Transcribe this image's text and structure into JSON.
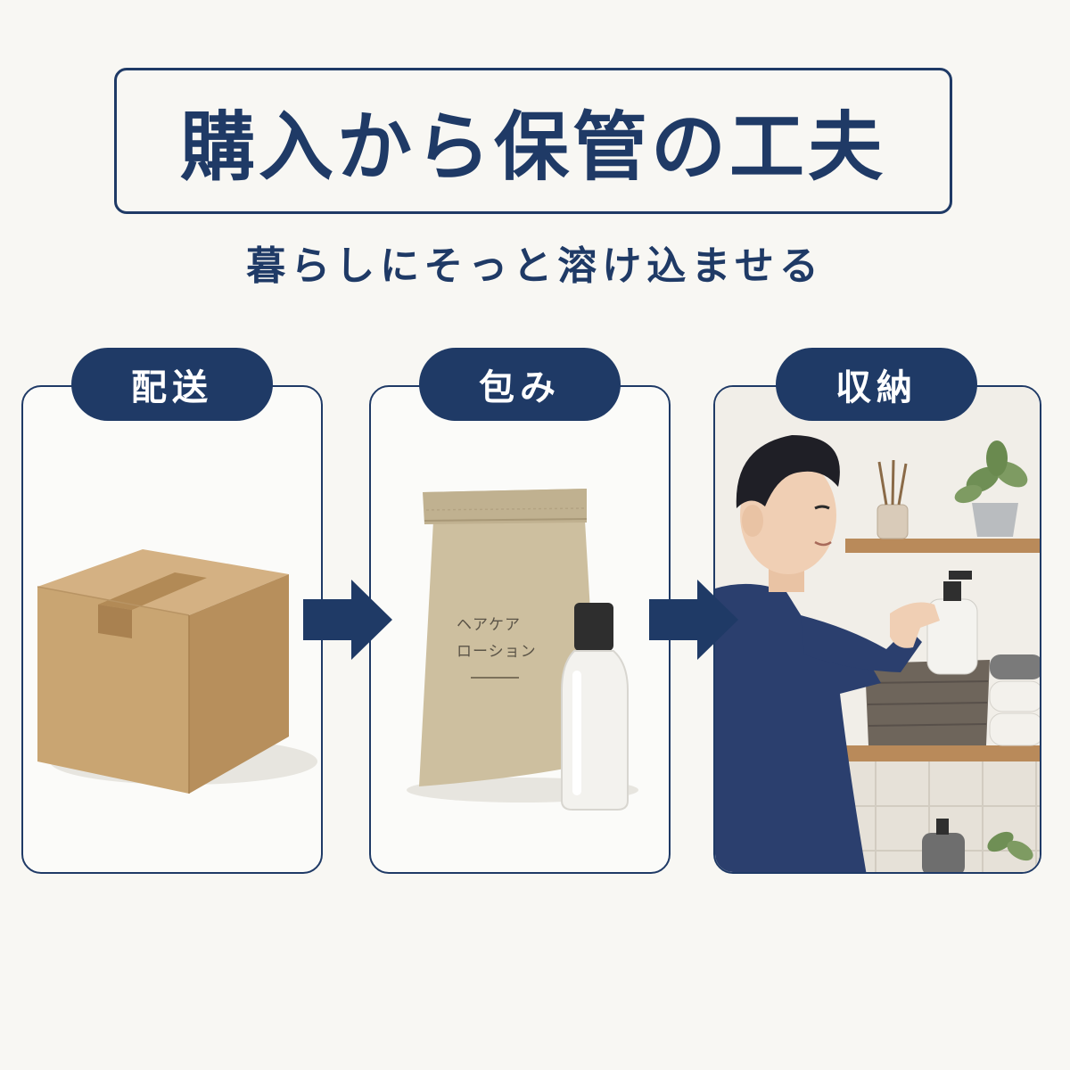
{
  "header": {
    "title": "購入から保管の工夫",
    "subtitle": "暮らしにそっと溶け込ませる"
  },
  "steps": [
    {
      "label": "配送"
    },
    {
      "label": "包み",
      "package_label_line1": "ヘアケア",
      "package_label_line2": "ローション"
    },
    {
      "label": "収納"
    }
  ],
  "colors": {
    "navy": "#1f3a66",
    "background": "#f8f7f3",
    "kraft": "#c9a572"
  },
  "icons": [
    "cardboard-box-icon",
    "arrow-right-icon",
    "pouch-icon",
    "bottle-icon",
    "storage-scene-illustration"
  ]
}
